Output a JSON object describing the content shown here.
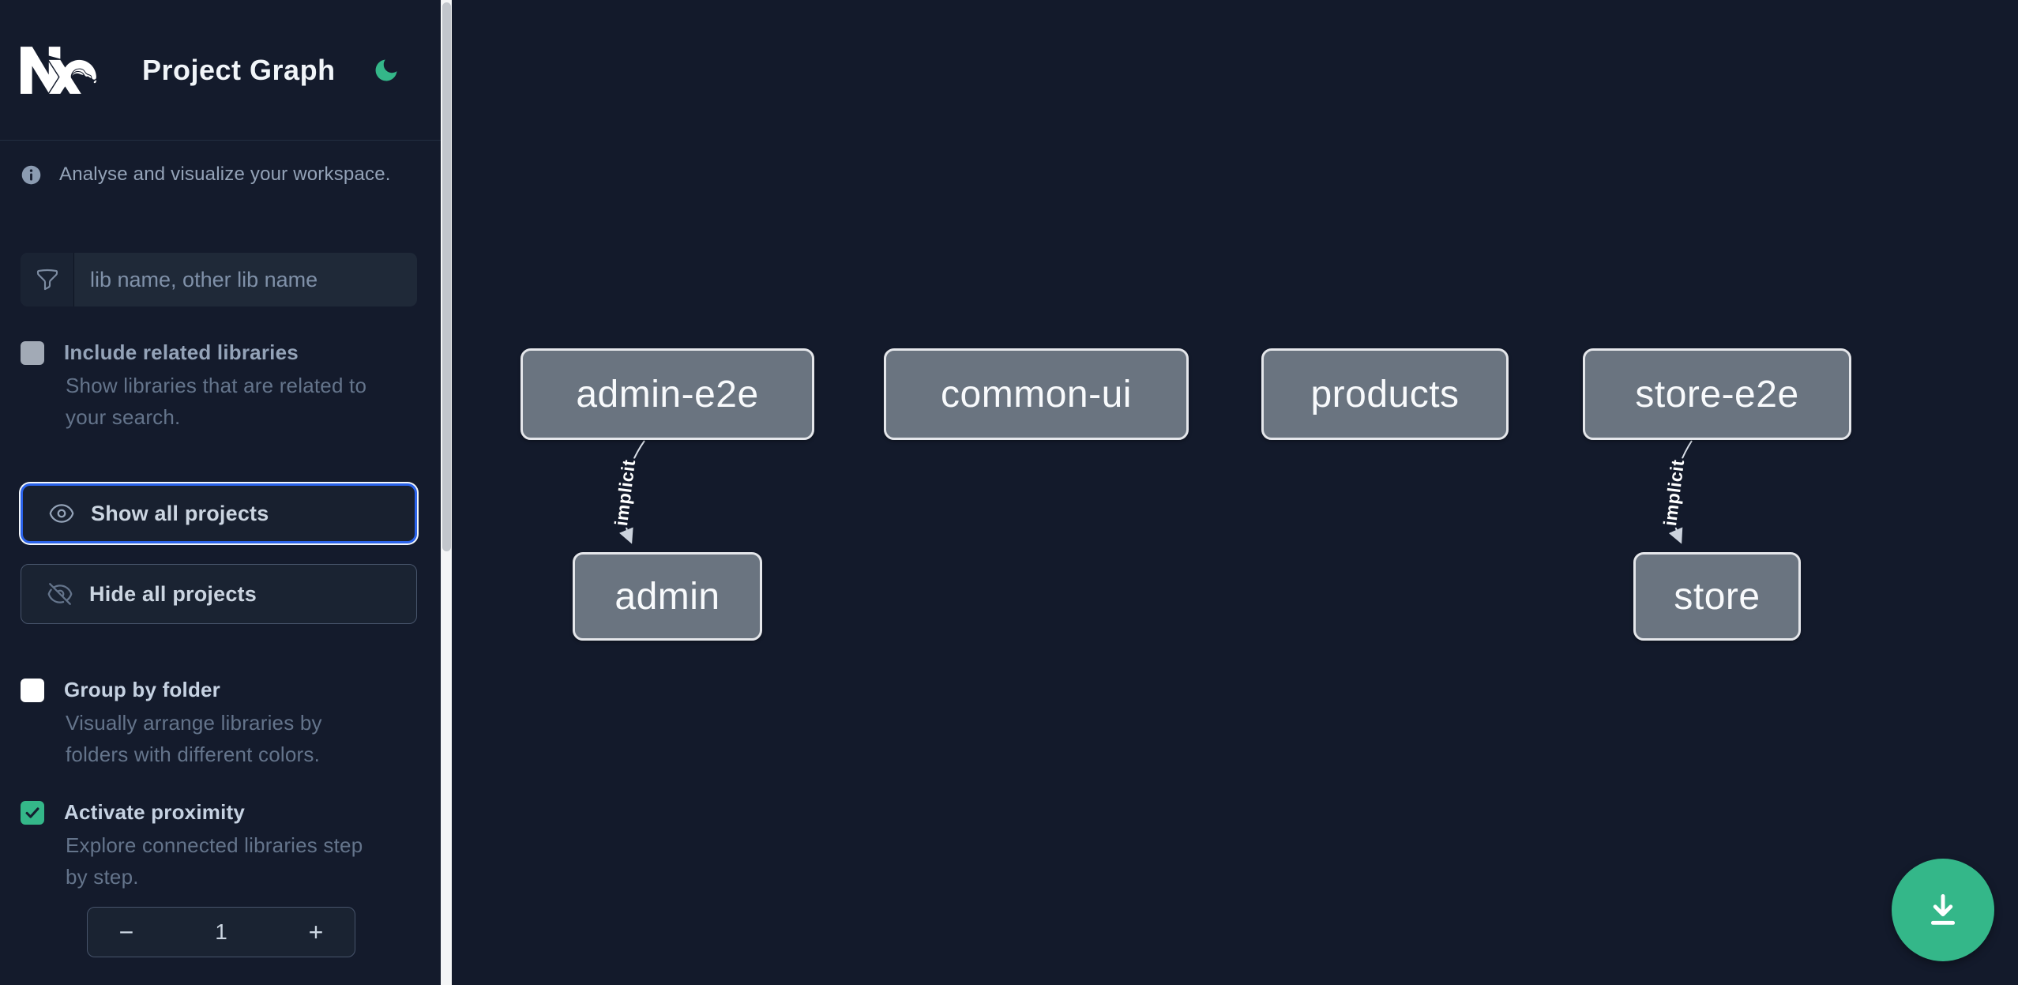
{
  "header": {
    "title": "Project Graph"
  },
  "intro": {
    "text": "Analyse and visualize your workspace."
  },
  "search": {
    "placeholder": "lib name, other lib name",
    "value": ""
  },
  "options": {
    "include_related": {
      "label": "Include related libraries",
      "description_lines": [
        "Show libraries that are related to",
        "your search."
      ],
      "checked": false,
      "disabled": true
    },
    "group_by_folder": {
      "label": "Group by folder",
      "description_lines": [
        "Visually arrange libraries by",
        "folders with different colors."
      ],
      "checked": false
    },
    "activate_proximity": {
      "label": "Activate proximity",
      "description_lines": [
        "Explore connected libraries step",
        "by step."
      ],
      "checked": true
    }
  },
  "actions": {
    "show_all_label": "Show all projects",
    "hide_all_label": "Hide all projects"
  },
  "proximity_stepper": {
    "decrement_label": "−",
    "value": "1",
    "increment_label": "+"
  },
  "graph": {
    "nodes": [
      {
        "label": "admin-e2e"
      },
      {
        "label": "common-ui"
      },
      {
        "label": "products"
      },
      {
        "label": "store-e2e"
      },
      {
        "label": "admin"
      },
      {
        "label": "store"
      }
    ],
    "edges": [
      {
        "source": "admin-e2e",
        "target": "admin",
        "label": "implicit"
      },
      {
        "source": "store-e2e",
        "target": "store",
        "label": "implicit"
      }
    ]
  },
  "colors": {
    "accent_green": "#34b789",
    "focus_blue": "#2b63ea",
    "node_fill": "#6a7480",
    "node_border": "#e5e7eb",
    "background": "#141b2c"
  }
}
